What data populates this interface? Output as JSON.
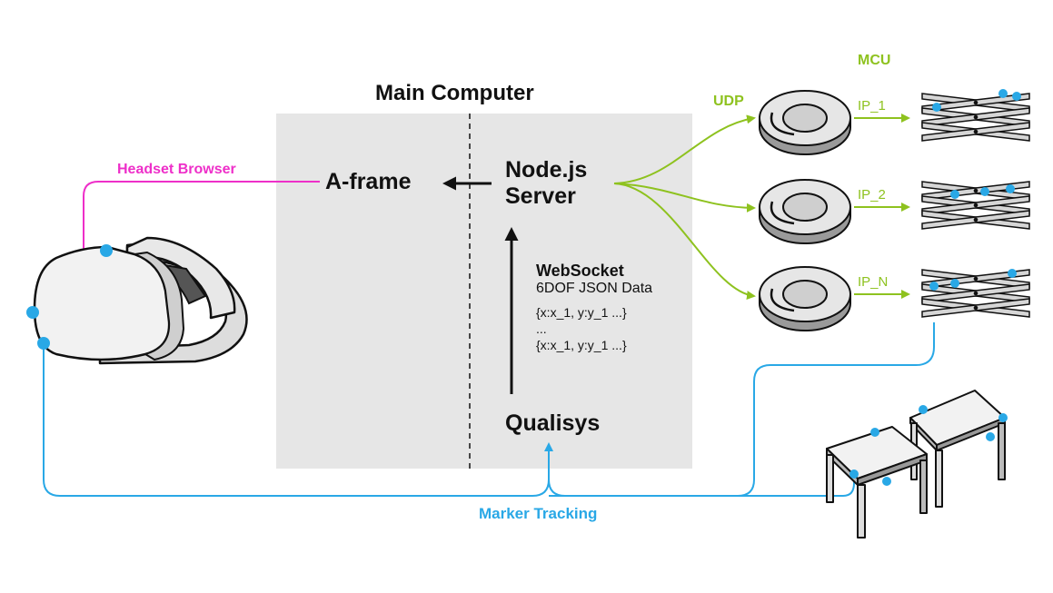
{
  "colors": {
    "magenta": "#ee2fc9",
    "green": "#8ec21f",
    "blue": "#29a8e6",
    "panel": "#e6e6e6",
    "dark": "#111111"
  },
  "main_title": "Main Computer",
  "aframe": "A-frame",
  "nodejs": {
    "line1": "Node.js",
    "line2": "Server"
  },
  "websocket": {
    "title": "WebSocket",
    "subtitle": "6DOF JSON Data",
    "line1": "{x:x_1, y:y_1 ...}",
    "ellipsis": "...",
    "line2": "{x:x_1, y:y_1 ...}"
  },
  "qualisys": "Qualisys",
  "headset_browser": "Headset Browser",
  "marker_tracking": "Marker Tracking",
  "udp": "UDP",
  "mcu": "MCU",
  "ips": [
    "IP_1",
    "IP_2",
    "IP_N"
  ],
  "icons": {
    "headset": "vr-headset-icon",
    "mcu": "mcu-disc-icon",
    "actuator": "scissor-lift-icon",
    "table": "table-icon"
  }
}
